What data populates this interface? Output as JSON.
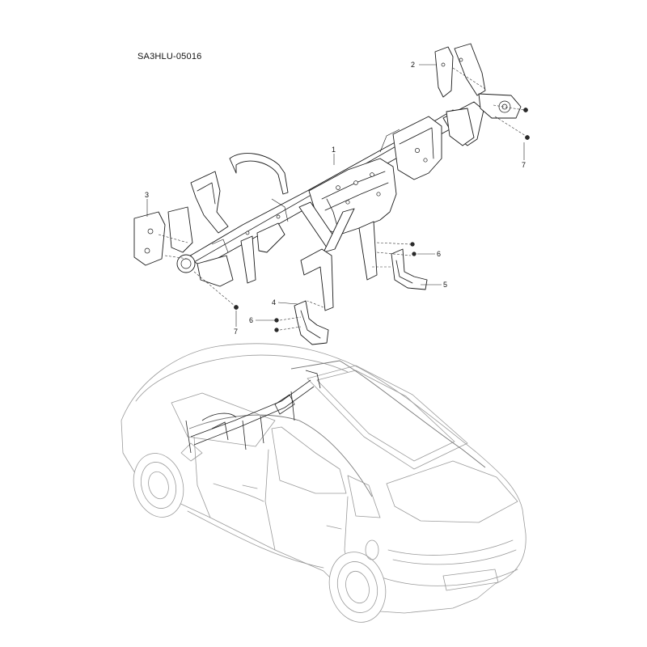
{
  "figure": {
    "code": "SA3HLU-05016"
  },
  "callouts": [
    {
      "id": "1",
      "label": "1"
    },
    {
      "id": "2",
      "label": "2"
    },
    {
      "id": "3",
      "label": "3"
    },
    {
      "id": "4",
      "label": "4"
    },
    {
      "id": "5",
      "label": "5"
    },
    {
      "id": "6a",
      "label": "6"
    },
    {
      "id": "6b",
      "label": "6"
    },
    {
      "id": "7a",
      "label": "7"
    },
    {
      "id": "7b",
      "label": "7"
    }
  ]
}
